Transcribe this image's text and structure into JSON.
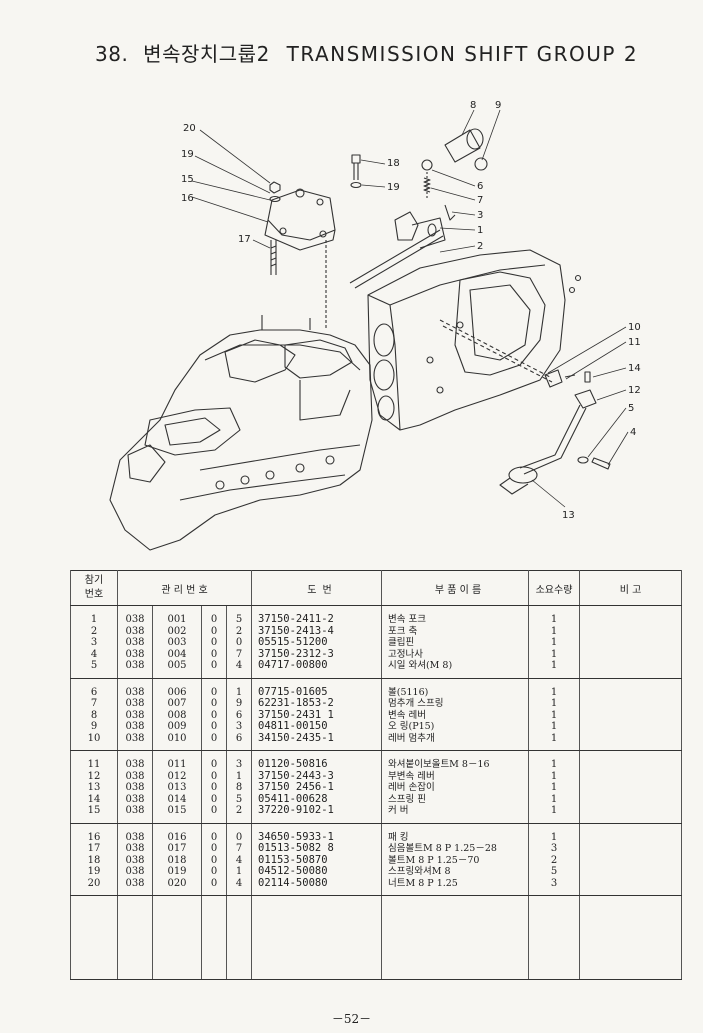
{
  "title": {
    "number": "38.",
    "korean": "변속장치그룹2",
    "english": "TRANSMISSION SHIFT GROUP 2"
  },
  "callouts": [
    "20",
    "19",
    "15",
    "16",
    "17",
    "18",
    "19",
    "8",
    "9",
    "6",
    "7",
    "3",
    "1",
    "2",
    "10",
    "11",
    "14",
    "12",
    "5",
    "4",
    "13"
  ],
  "table": {
    "headers": {
      "no_line1": "참기",
      "no_line2": "번호",
      "mgmt": "관 리 번 호",
      "drawing": "도 번",
      "name": "부 품 이 름",
      "qty": "소요수량",
      "remarks": "비 고"
    },
    "groups": [
      {
        "rows": [
          {
            "no": "1",
            "a": "038",
            "b": "001",
            "c": "0",
            "d": "5",
            "part": "37150-2411-2",
            "name": "변속 포크",
            "qty": "1"
          },
          {
            "no": "2",
            "a": "038",
            "b": "002",
            "c": "0",
            "d": "2",
            "part": "37150-2413-4",
            "name": "포크 축",
            "qty": "1"
          },
          {
            "no": "3",
            "a": "038",
            "b": "003",
            "c": "0",
            "d": "0",
            "part": "05515-51200",
            "name": "클립핀",
            "qty": "1"
          },
          {
            "no": "4",
            "a": "038",
            "b": "004",
            "c": "0",
            "d": "7",
            "part": "37150-2312-3",
            "name": "고정나사",
            "qty": "1"
          },
          {
            "no": "5",
            "a": "038",
            "b": "005",
            "c": "0",
            "d": "4",
            "part": "04717-00800",
            "name": "시일 와셔(M 8)",
            "qty": "1"
          }
        ]
      },
      {
        "rows": [
          {
            "no": "6",
            "a": "038",
            "b": "006",
            "c": "0",
            "d": "1",
            "part": "07715-01605",
            "name": "볼(5116)",
            "qty": "1"
          },
          {
            "no": "7",
            "a": "038",
            "b": "007",
            "c": "0",
            "d": "9",
            "part": "62231-1853-2",
            "name": "멈추개 스프링",
            "qty": "1"
          },
          {
            "no": "8",
            "a": "038",
            "b": "008",
            "c": "0",
            "d": "6",
            "part": "37150-2431 1",
            "name": "변속 레버",
            "qty": "1"
          },
          {
            "no": "9",
            "a": "038",
            "b": "009",
            "c": "0",
            "d": "3",
            "part": "04811-00150",
            "name": "오 링(P15)",
            "qty": "1"
          },
          {
            "no": "10",
            "a": "038",
            "b": "010",
            "c": "0",
            "d": "6",
            "part": "34150-2435-1",
            "name": "레버 멈추개",
            "qty": "1"
          }
        ]
      },
      {
        "rows": [
          {
            "no": "11",
            "a": "038",
            "b": "011",
            "c": "0",
            "d": "3",
            "part": "01120-50816",
            "name": "와셔붙이보올트M 8－16",
            "qty": "1"
          },
          {
            "no": "12",
            "a": "038",
            "b": "012",
            "c": "0",
            "d": "1",
            "part": "37150-2443-3",
            "name": "부변속 레버",
            "qty": "1"
          },
          {
            "no": "13",
            "a": "038",
            "b": "013",
            "c": "0",
            "d": "8",
            "part": "37150 2456-1",
            "name": "레버 손잡이",
            "qty": "1"
          },
          {
            "no": "14",
            "a": "038",
            "b": "014",
            "c": "0",
            "d": "5",
            "part": "05411-00628",
            "name": "스프링 핀",
            "qty": "1"
          },
          {
            "no": "15",
            "a": "038",
            "b": "015",
            "c": "0",
            "d": "2",
            "part": "37220-9102-1",
            "name": "커 버",
            "qty": "1"
          }
        ]
      },
      {
        "rows": [
          {
            "no": "16",
            "a": "038",
            "b": "016",
            "c": "0",
            "d": "0",
            "part": "34650-5933-1",
            "name": "패 킹",
            "qty": "1"
          },
          {
            "no": "17",
            "a": "038",
            "b": "017",
            "c": "0",
            "d": "7",
            "part": "01513-5082 8",
            "name": "심음볼트M 8 P 1.25－28",
            "qty": "3"
          },
          {
            "no": "18",
            "a": "038",
            "b": "018",
            "c": "0",
            "d": "4",
            "part": "01153-50870",
            "name": "볼트M 8 P 1.25－70",
            "qty": "2"
          },
          {
            "no": "19",
            "a": "038",
            "b": "019",
            "c": "0",
            "d": "1",
            "part": "04512-50080",
            "name": "스프링와셔M 8",
            "qty": "5"
          },
          {
            "no": "20",
            "a": "038",
            "b": "020",
            "c": "0",
            "d": "4",
            "part": "02114-50080",
            "name": "너트M 8 P 1.25",
            "qty": "3"
          }
        ]
      }
    ]
  },
  "page_number": "－52－"
}
